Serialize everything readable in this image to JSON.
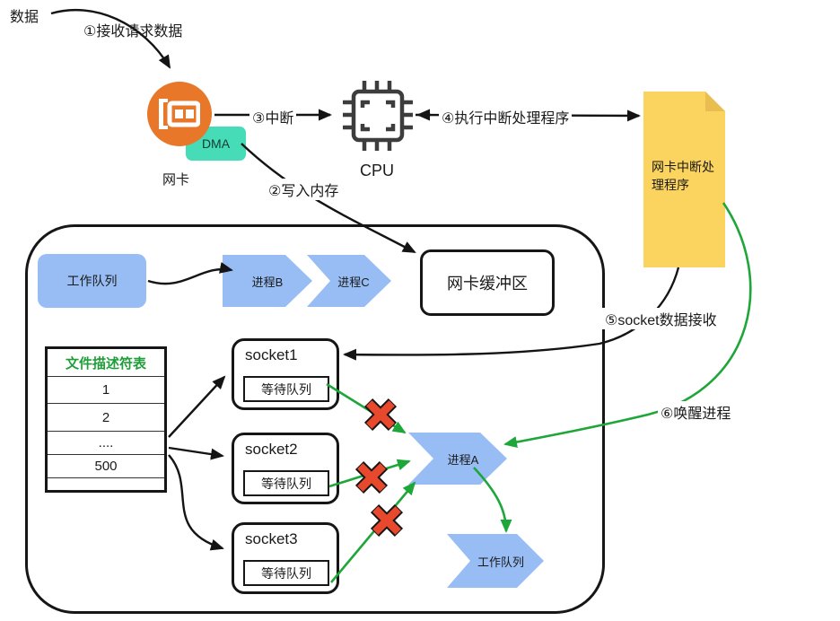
{
  "colors": {
    "orange": "#E8772A",
    "turquoise": "#45DCB7",
    "blue": "#97BDF4",
    "yellow": "#FBD35F",
    "yellow-fold": "#E9BD4F",
    "green": "#1FA639",
    "red": "#E8492C",
    "table-green": "#1F9E38"
  },
  "top": {
    "data_label": "数据",
    "step1": "①接收请求数据",
    "nic_label": "网卡",
    "dma_label": "DMA",
    "step3": "③中断",
    "cpu_label": "CPU",
    "step4": "④执行中断处理程序",
    "step2": "②写入内存",
    "doc_label": "网卡中断处理程序"
  },
  "right": {
    "step5": "⑤socket数据接收",
    "step6": "⑥唤醒进程"
  },
  "kernel": {
    "work_queue": "工作队列",
    "process_b": "进程B",
    "process_c": "进程C",
    "nic_buffer": "网卡缓冲区",
    "fd_table": {
      "header": "文件描述符表",
      "rows": [
        "1",
        "2",
        "....",
        "500",
        ""
      ]
    },
    "sockets": [
      {
        "title": "socket1",
        "queue": "等待队列"
      },
      {
        "title": "socket2",
        "queue": "等待队列"
      },
      {
        "title": "socket3",
        "queue": "等待队列"
      }
    ],
    "process_a": "进程A",
    "work_queue_bottom": "工作队列"
  }
}
